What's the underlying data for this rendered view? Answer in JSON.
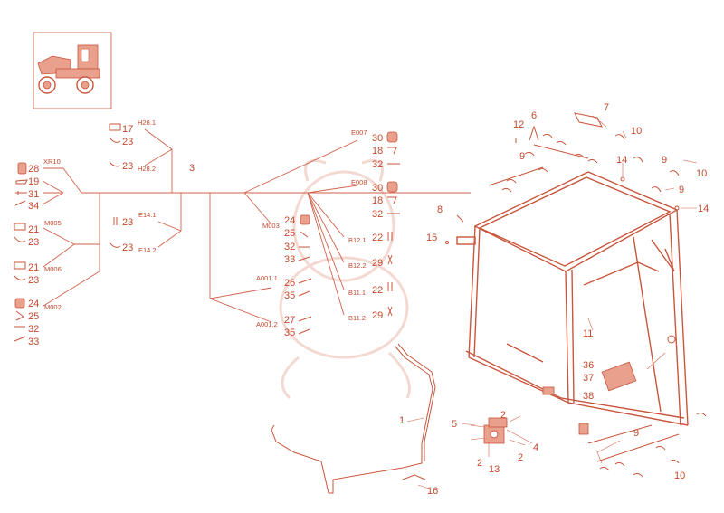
{
  "colors": {
    "line": "#d0624a",
    "text": "#c4492f",
    "background": "#ffffff"
  },
  "icons": [
    "dumper-thumbnail",
    "connector-icon",
    "terminal-icon",
    "cable-tie-icon",
    "clip-icon",
    "bulb-icon",
    "lamp-socket-icon",
    "switch-icon"
  ],
  "codes": {
    "xr10": "XR10",
    "h281": "H28.1",
    "h282": "H28.2",
    "e141": "E14.1",
    "e142": "E14.2",
    "m005": "M005",
    "m006": "M006",
    "m002": "M002",
    "m003": "M003",
    "a0011": "A001.1",
    "a0012": "A001.2",
    "e007": "E007",
    "e008": "E008",
    "b121": "B12.1",
    "b122": "B12.2",
    "b111": "B11.1",
    "b112": "B11.2"
  },
  "callouts": {
    "n1": "1",
    "n2a": "2",
    "n2b": "2",
    "n2c": "2",
    "n3": "3",
    "n4": "4",
    "n5": "5",
    "n6": "6",
    "n7": "7",
    "n8": "8",
    "n9a": "9",
    "n9b": "9",
    "n9c": "9",
    "n9d": "9",
    "n10a": "10",
    "n10b": "10",
    "n10c": "10",
    "n11": "11",
    "n12": "12",
    "n13": "13",
    "n14a": "14",
    "n14b": "14",
    "n15": "15",
    "n16": "16",
    "n17": "17",
    "n23a": "23",
    "n23b": "23",
    "n23c": "23",
    "n23d": "23",
    "n23e": "23",
    "n23f": "23",
    "n28": "28",
    "n19": "19",
    "n31": "31",
    "n34": "34",
    "n21a": "21",
    "n21b": "21",
    "n24a": "24",
    "n25a": "25",
    "n32a": "32",
    "n33a": "33",
    "n24b": "24",
    "n25b": "25",
    "n32b": "32",
    "n33b": "33",
    "n26": "26",
    "n35a": "35",
    "n27": "27",
    "n35b": "35",
    "n30a": "30",
    "n18a": "18",
    "n32c": "32",
    "n30b": "30",
    "n18b": "18",
    "n32d": "32",
    "n22a": "22",
    "n29a": "29",
    "n22b": "22",
    "n29b": "29",
    "n36": "36",
    "n37": "37",
    "n38": "38"
  }
}
